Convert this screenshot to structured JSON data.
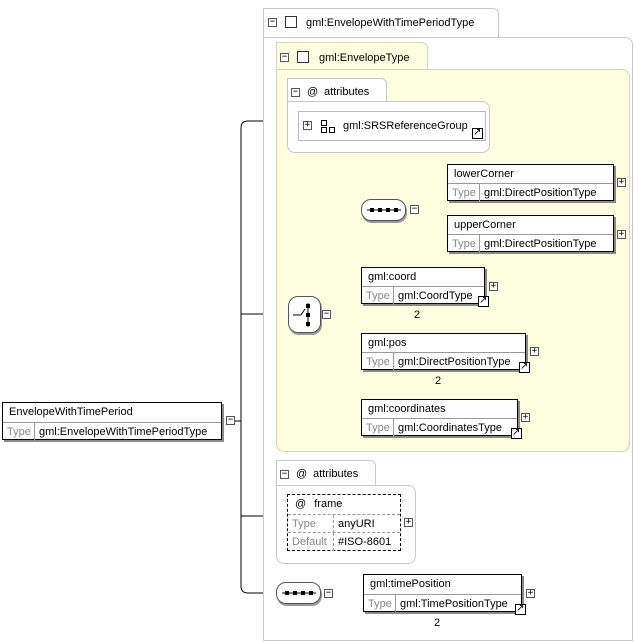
{
  "root": {
    "name": "EnvelopeWithTimePeriod",
    "type_key": "Type",
    "type_value": "gml:EnvelopeWithTimePeriodType"
  },
  "outer_type": {
    "tab_label": "gml:EnvelopeWithTimePeriodType"
  },
  "inner_type": {
    "tab_label": "gml:EnvelopeType"
  },
  "attr_group_inner": {
    "tab_label": "attributes",
    "at_symbol": "@",
    "ref_label": "gml:SRSReferenceGroup"
  },
  "sequence_corners": {
    "items": [
      {
        "name": "lowerCorner",
        "type_key": "Type",
        "type_value": "gml:DirectPositionType"
      },
      {
        "name": "upperCorner",
        "type_key": "Type",
        "type_value": "gml:DirectPositionType"
      }
    ]
  },
  "choice_items": [
    {
      "name": "gml:coord",
      "type_key": "Type",
      "type_value": "gml:CoordType",
      "occurrence": "2"
    },
    {
      "name": "gml:pos",
      "type_key": "Type",
      "type_value": "gml:DirectPositionType",
      "occurrence": "2"
    },
    {
      "name": "gml:coordinates",
      "type_key": "Type",
      "type_value": "gml:CoordinatesType",
      "occurrence": ""
    }
  ],
  "attr_group_outer": {
    "tab_label": "attributes",
    "at_symbol": "@",
    "attribute": {
      "name": "frame",
      "type_key": "Type",
      "type_value": "anyURI",
      "default_key": "Default",
      "default_value": "#ISO-8601"
    }
  },
  "time_position": {
    "name": "gml:timePosition",
    "type_key": "Type",
    "type_value": "gml:TimePositionType",
    "occurrence": "2"
  }
}
